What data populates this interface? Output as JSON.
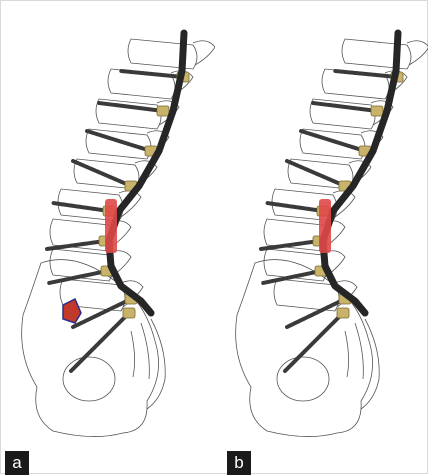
{
  "panels": [
    {
      "id": "a",
      "label": "a",
      "has_wedge_graft": true
    },
    {
      "id": "b",
      "label": "b",
      "has_wedge_graft": false
    }
  ],
  "colors": {
    "bone_outline": "#555555",
    "rod": "#262626",
    "screw": "#3a3a3a",
    "screw_head": "#c9b36a",
    "cage": "#e04848",
    "wedge_fill": "#c0392b",
    "wedge_stroke": "#2c2c8c",
    "label_bg": "#1a1a1a",
    "label_text": "#ffffff"
  }
}
